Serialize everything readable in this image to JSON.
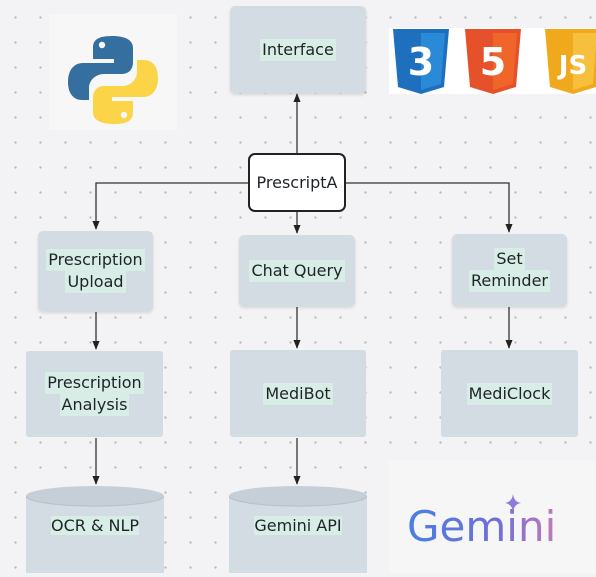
{
  "nodes": {
    "interface": "Interface",
    "center": "PrescriptA",
    "prescription_upload": [
      "Prescription",
      "Upload"
    ],
    "chat_query": "Chat Query",
    "set_reminder": [
      "Set",
      "Reminder"
    ],
    "prescription_analysis": [
      "Prescription",
      "Analysis"
    ],
    "medibot": "MediBot",
    "mediclock": "MediClock",
    "ocr_nlp": "OCR & NLP",
    "gemini_api": "Gemini API"
  },
  "logos": {
    "python": "python-logo",
    "css3": "3",
    "html5": "5",
    "js": "JS",
    "gemini": "Gemini"
  },
  "colors": {
    "box_fill": "#d3dbe3",
    "css3": "#1f6fbf",
    "html5": "#e4512a",
    "js": "#f0a81c",
    "python_blue": "#356f9f",
    "python_yellow": "#fcd448"
  }
}
